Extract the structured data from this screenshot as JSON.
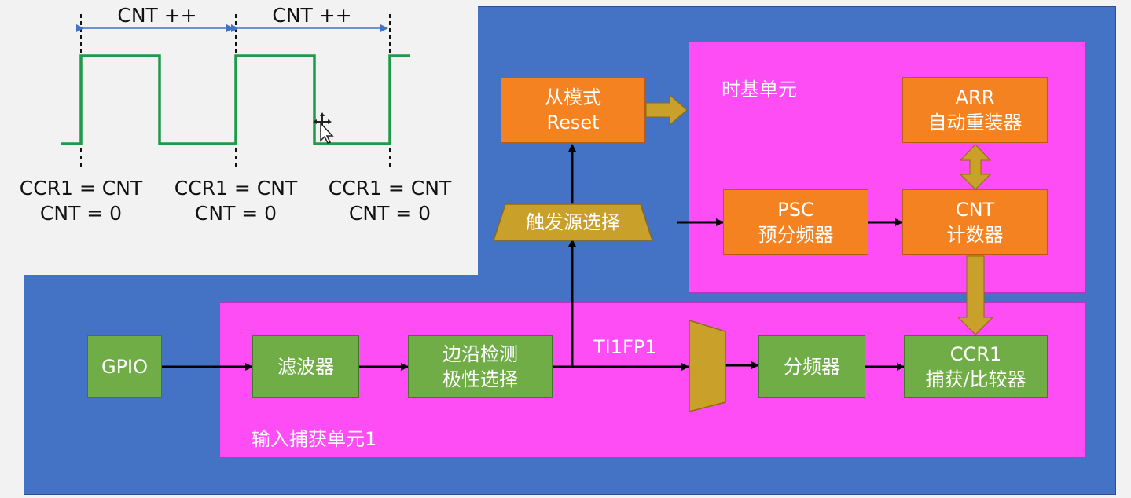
{
  "timing": {
    "cnt_labels": [
      "CNT ++",
      "CNT ++"
    ],
    "captures": [
      {
        "ccr": "CCR1 = CNT",
        "cnt": "CNT = 0"
      },
      {
        "ccr": "CCR1 = CNT",
        "cnt": "CNT = 0"
      },
      {
        "ccr": "CCR1 = CNT",
        "cnt": "CNT = 0"
      }
    ]
  },
  "blocks": {
    "slave_mode": {
      "line1": "从模式",
      "line2": "Reset"
    },
    "time_base_label": "时基单元",
    "arr": {
      "line1": "ARR",
      "line2": "自动重装器"
    },
    "trigger_select": "触发源选择",
    "psc": {
      "line1": "PSC",
      "line2": "预分频器"
    },
    "cnt": {
      "line1": "CNT",
      "line2": "计数器"
    },
    "gpio": "GPIO",
    "filter": "滤波器",
    "edge": {
      "line1": "边沿检测",
      "line2": "极性选择"
    },
    "ti1fp1": "TI1FP1",
    "divider": "分频器",
    "ccr1": {
      "line1": "CCR1",
      "line2": "捕获/比较器"
    },
    "input_capture_label": "输入捕获单元1"
  },
  "colors": {
    "outer_panel": "#4472c4",
    "magenta": "#ff4df5",
    "green_box": "#70ad47",
    "orange_box": "#f58220",
    "gold_arrow": "#c8a02a",
    "wave_green": "#1e9a4a"
  }
}
